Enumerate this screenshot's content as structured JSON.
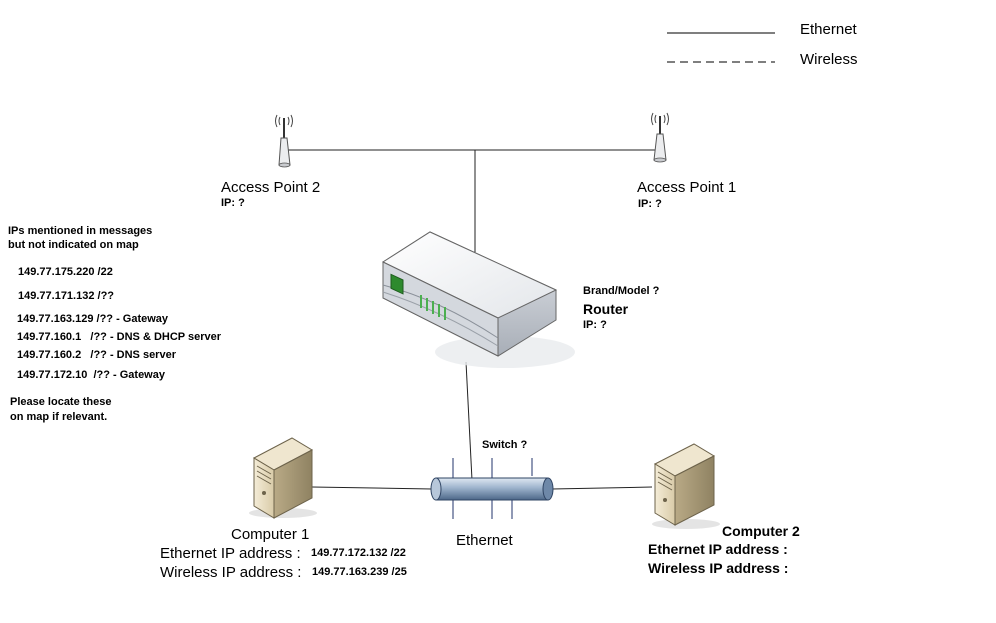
{
  "legend": {
    "ethernet_label": "Ethernet",
    "wireless_label": "Wireless"
  },
  "access_point_2": {
    "name": "Access Point 2",
    "ip": "IP: ?"
  },
  "access_point_1": {
    "name": "Access Point 1",
    "ip": "IP: ?"
  },
  "router": {
    "brand": "Brand/Model ?",
    "name": "Router",
    "ip": "IP: ?"
  },
  "notes": {
    "heading_line1": "IPs mentioned in messages",
    "heading_line2": "but not indicated on map",
    "ips": [
      "149.77.175.220 /22",
      "149.77.171.132 /??",
      "149.77.163.129 /?? - Gateway",
      "149.77.160.1   /?? - DNS & DHCP server",
      "149.77.160.2   /?? - DNS server",
      "149.77.172.10  /?? - Gateway"
    ],
    "footer_line1": "Please locate these",
    "footer_line2": "on map if relevant."
  },
  "switch": {
    "label": "Switch ?",
    "ethernet_label": "Ethernet"
  },
  "computer_1": {
    "name": "Computer 1",
    "ethernet_label": "Ethernet IP address :",
    "ethernet_ip": "149.77.172.132 /22",
    "wireless_label": "Wireless IP address :",
    "wireless_ip": "149.77.163.239 /25"
  },
  "computer_2": {
    "name": "Computer 2",
    "ethernet_label": "Ethernet IP address :",
    "wireless_label": "Wireless IP address :"
  }
}
